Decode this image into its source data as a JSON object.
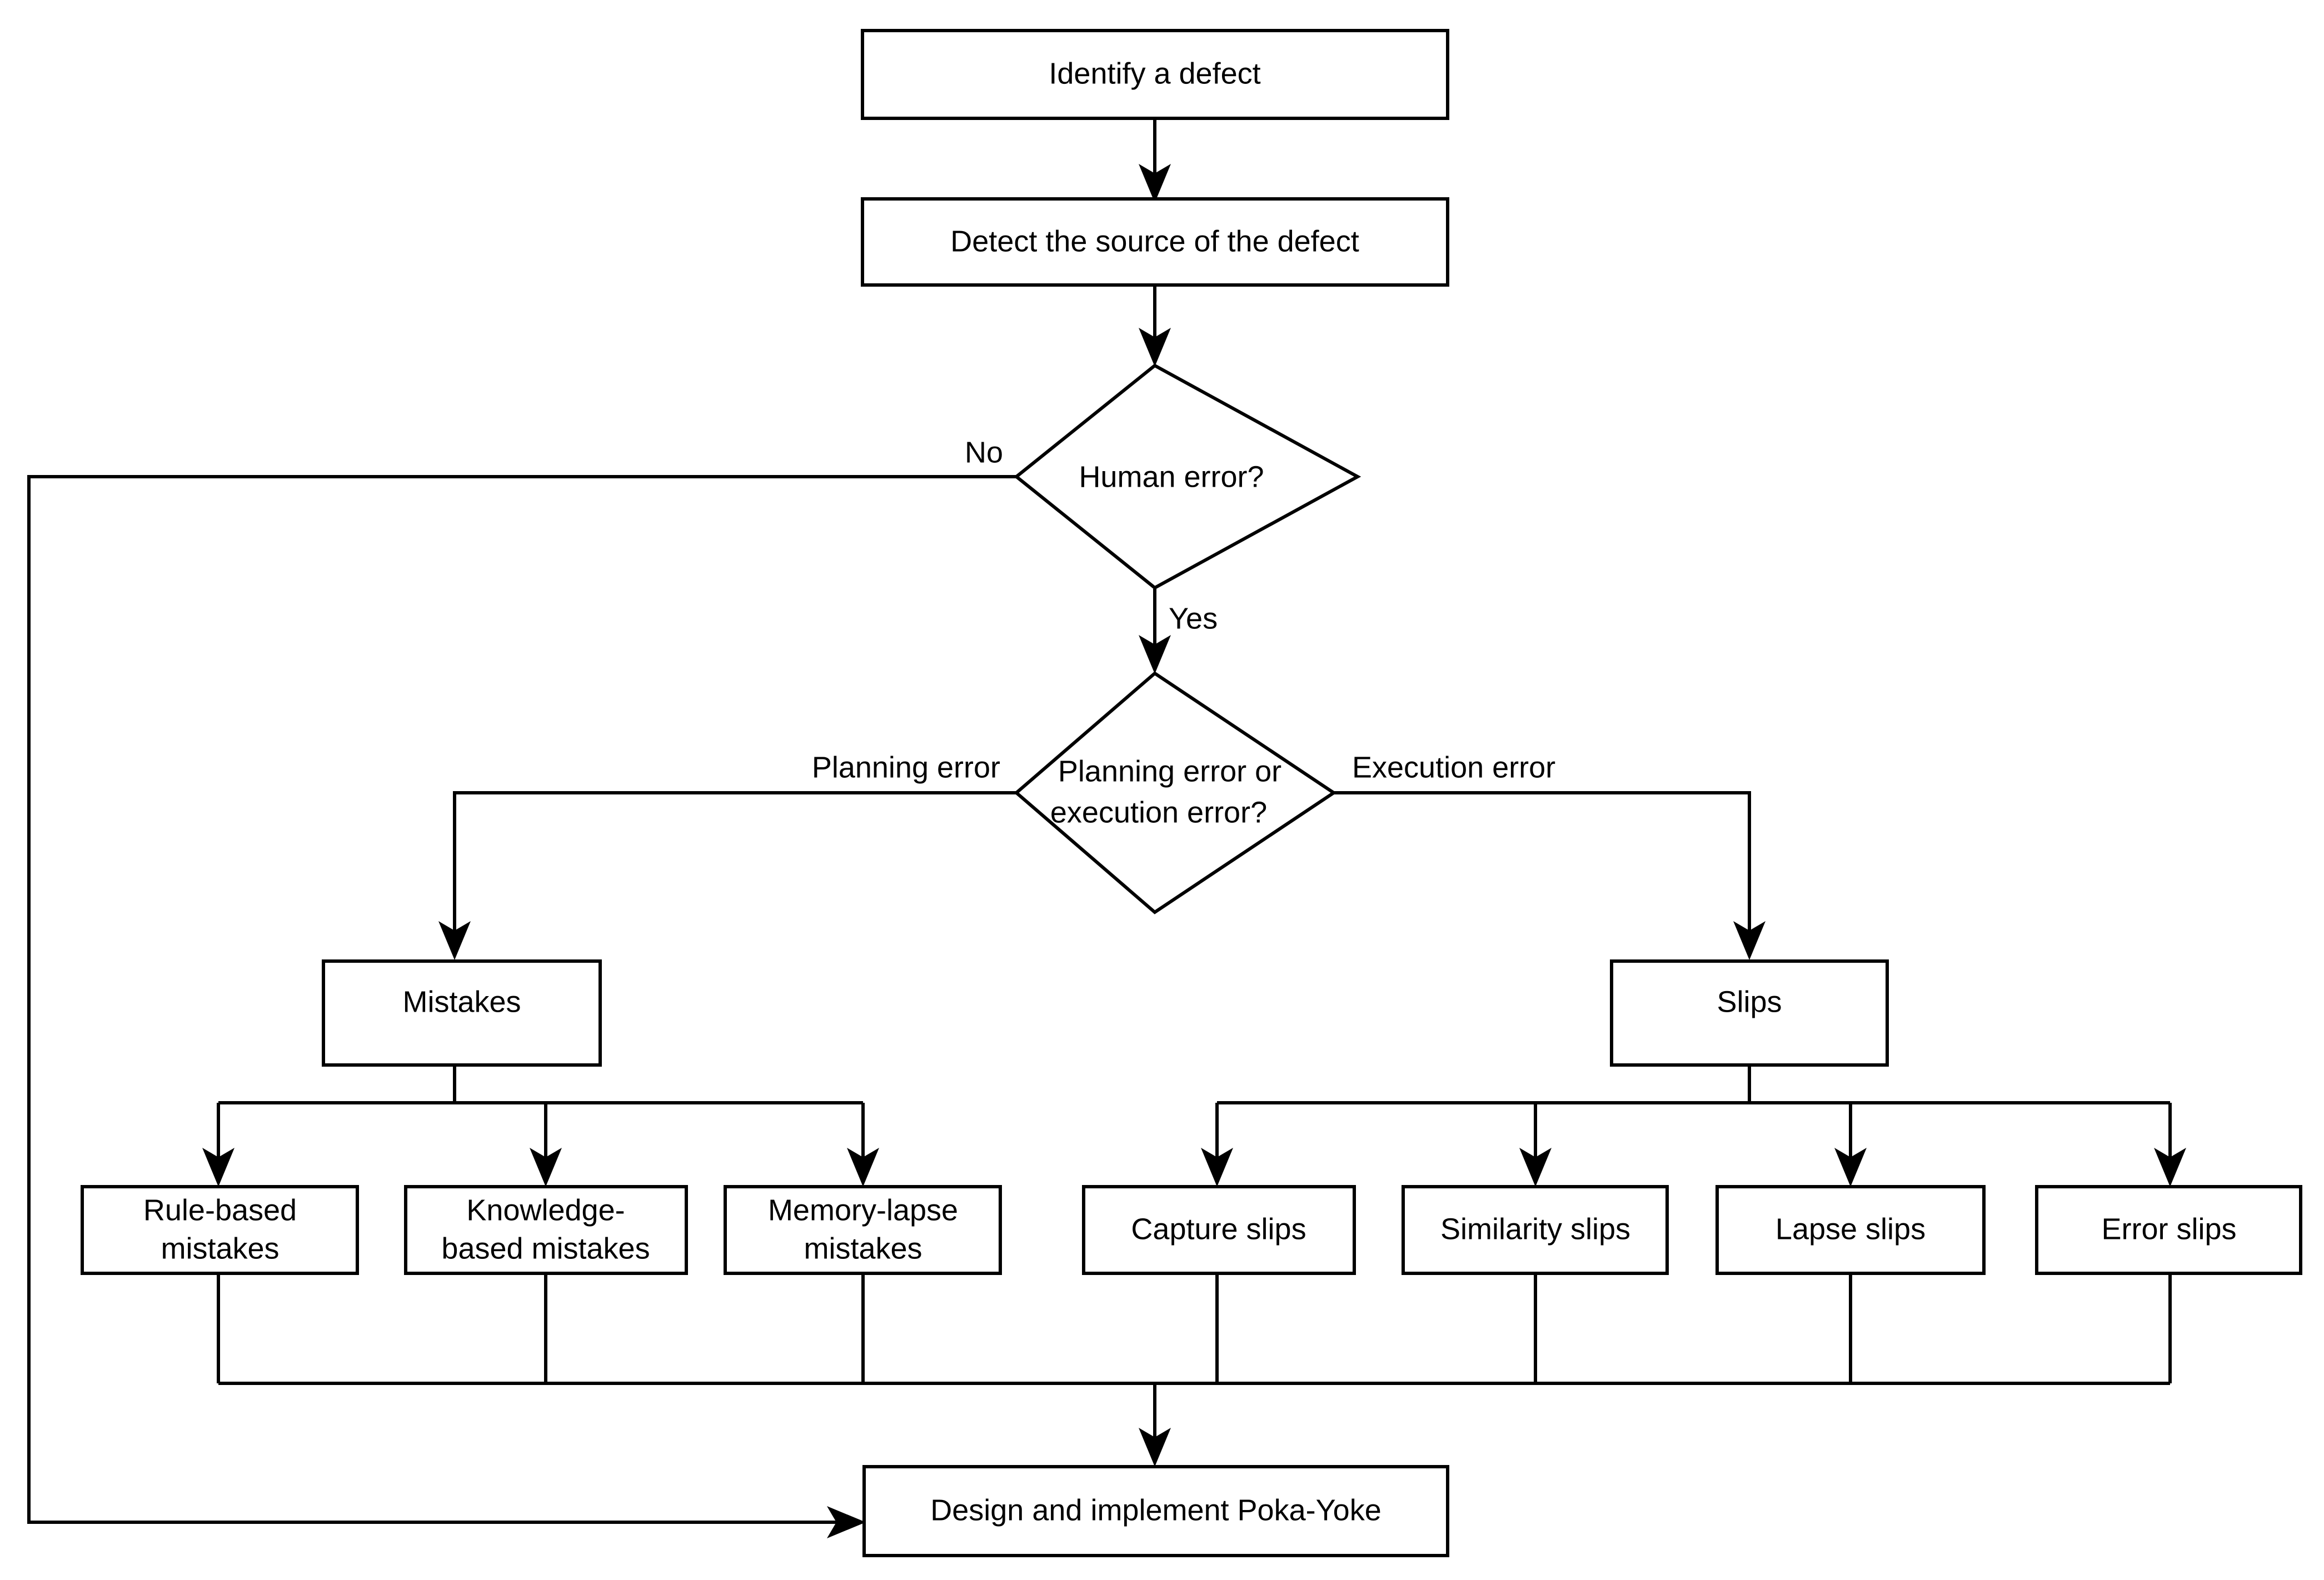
{
  "diagram": {
    "type": "flowchart",
    "title": "Poka-Yoke human error classification flowchart",
    "background_color": "#ffffff",
    "line_color": "#000000",
    "node_fill": "#ffffff",
    "nodes": {
      "identify_defect": {
        "label": "Identify a defect",
        "shape": "rectangle"
      },
      "detect_source": {
        "label": "Detect the source of the defect",
        "shape": "rectangle"
      },
      "human_error": {
        "label": "Human error?",
        "shape": "diamond"
      },
      "planning_or_execution": {
        "label_line1": "Planning error or",
        "label_line2": "execution error?",
        "shape": "diamond"
      },
      "mistakes": {
        "label": "Mistakes",
        "shape": "rectangle"
      },
      "slips": {
        "label": "Slips",
        "shape": "rectangle"
      },
      "rule_based": {
        "label_line1": "Rule-based",
        "label_line2": "mistakes",
        "shape": "rectangle"
      },
      "knowledge_based": {
        "label_line1": "Knowledge-",
        "label_line2": "based mistakes",
        "shape": "rectangle"
      },
      "memory_lapse": {
        "label_line1": "Memory-lapse",
        "label_line2": "mistakes",
        "shape": "rectangle"
      },
      "capture_slips": {
        "label": "Capture slips",
        "shape": "rectangle"
      },
      "similarity_slips": {
        "label": "Similarity slips",
        "shape": "rectangle"
      },
      "lapse_slips": {
        "label": "Lapse slips",
        "shape": "rectangle"
      },
      "error_slips": {
        "label": "Error slips",
        "shape": "rectangle"
      },
      "poka_yoke": {
        "label": "Design and implement Poka-Yoke",
        "shape": "rectangle"
      }
    },
    "edge_labels": {
      "no": "No",
      "yes": "Yes",
      "planning_error": "Planning error",
      "execution_error": "Execution error"
    }
  }
}
